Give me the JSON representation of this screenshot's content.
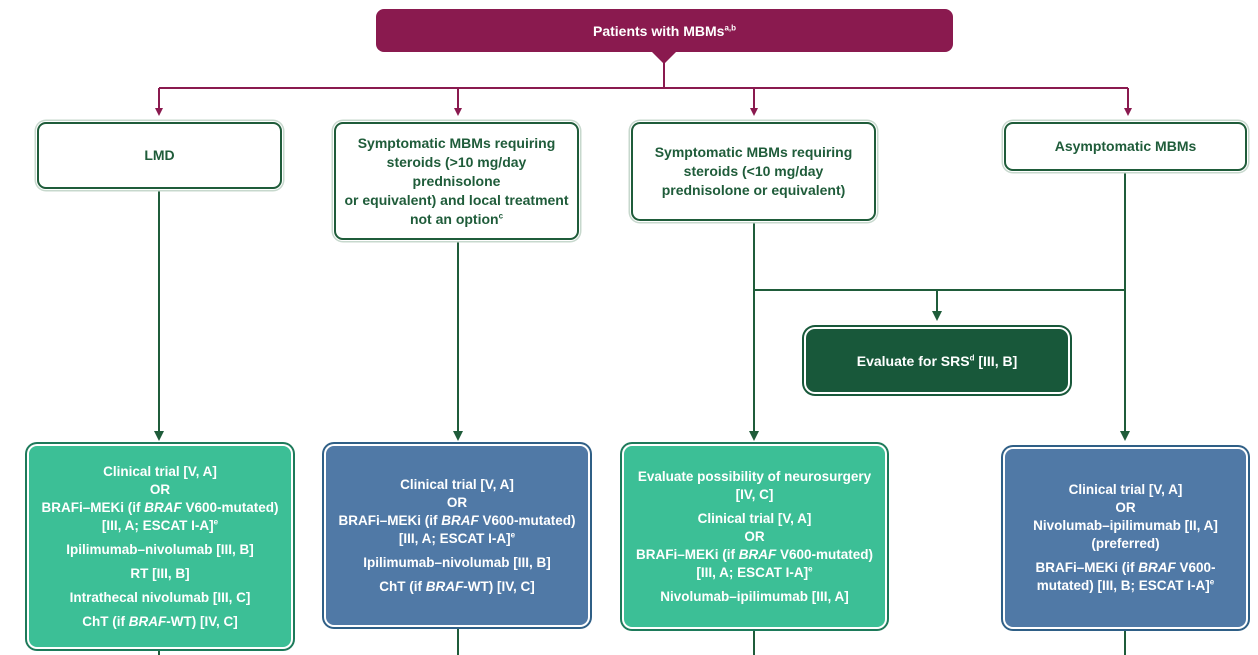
{
  "colors": {
    "top_box": "#8a1a4f",
    "category_border": "#1f5c3a",
    "srs_box": "#18583a",
    "teal_box": "#3cbf96",
    "blue_box": "#5079a6"
  },
  "top": {
    "title": "Patients with MBMs",
    "sup": "a,b"
  },
  "categories": {
    "lmd": {
      "label": "LMD"
    },
    "symptomatic_high": {
      "line1": "Symptomatic MBMs requiring",
      "line2": "steroids (>10 mg/day prednisolone",
      "line3": "or equivalent) and local treatment",
      "line4": "not an option",
      "sup": "c"
    },
    "symptomatic_low": {
      "line1": "Symptomatic MBMs requiring",
      "line2": "steroids (<10 mg/day",
      "line3": "prednisolone or equivalent)"
    },
    "asymptomatic": {
      "label": "Asymptomatic MBMs"
    }
  },
  "srs": {
    "pre": "Evaluate for SRS",
    "sup": "d",
    "post": " [III, B]"
  },
  "outcomes": {
    "lmd": {
      "trial": "Clinical trial [V, A]",
      "or1": "OR",
      "braf_pre": "BRAFi–MEKi (if ",
      "braf_gene": "BRAF",
      "braf_post": " V600-mutated)",
      "braf_evidence": "[III, A; ESCAT I-A]",
      "braf_sup": "e",
      "ipi": "Ipilimumab–nivolumab [III, B]",
      "rt": "RT [III, B]",
      "intrathecal": "Intrathecal nivolumab [III, C]",
      "cht_pre": "ChT (if ",
      "cht_gene": "BRAF",
      "cht_post": "-WT) [IV, C]"
    },
    "symptomatic_high": {
      "trial": "Clinical trial [V, A]",
      "or1": "OR",
      "braf_pre": "BRAFi–MEKi (if ",
      "braf_gene": "BRAF",
      "braf_post": " V600-mutated)",
      "braf_evidence": "[III, A; ESCAT I-A]",
      "braf_sup": "e",
      "ipi": "Ipilimumab–nivolumab [III, B]",
      "cht_pre": "ChT (if ",
      "cht_gene": "BRAF",
      "cht_post": "-WT) [IV, C]"
    },
    "symptomatic_low": {
      "neuro1": "Evaluate possibility of neurosurgery",
      "neuro2": "[IV, C]",
      "trial": "Clinical trial [V, A]",
      "or1": "OR",
      "braf_pre": "BRAFi–MEKi (if ",
      "braf_gene": "BRAF",
      "braf_post": " V600-mutated)",
      "braf_evidence": "[III, A; ESCAT I-A]",
      "braf_sup": "e",
      "nivo": "Nivolumab–ipilimumab [III, A]"
    },
    "asymptomatic": {
      "trial": "Clinical trial [V, A]",
      "or1": "OR",
      "nivo": "Nivolumab–ipilimumab [II, A]",
      "preferred": "(preferred)",
      "braf_pre": "BRAFi–MEKi (if ",
      "braf_gene": "BRAF",
      "braf_post": " V600-",
      "braf_line2": "mutated) [III, B; ESCAT I-A]",
      "braf_sup": "e"
    }
  }
}
